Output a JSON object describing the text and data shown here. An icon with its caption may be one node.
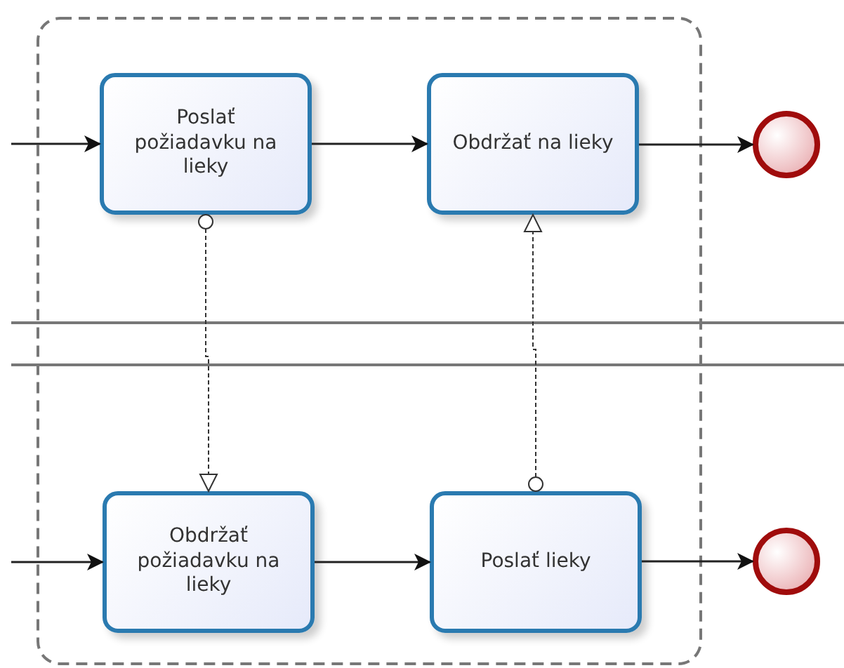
{
  "diagram": {
    "nodes": [
      {
        "text": [],
        "shape": "box"
      },
      {
        "text": [
          "Poslať požiadavku na lieky"
        ],
        "in": 0
      },
      {
        "text": [
          "Obdržať na lieky"
        ],
        "in": 0
      },
      {
        "text": [],
        "shape": "circle"
      },
      {
        "text": [
          "Obdržať požiadavku na lieky"
        ],
        "in": 0
      },
      {
        "text": [
          "Poslať lieky"
        ],
        "in": 0
      },
      {
        "text": [],
        "shape": "circle"
      }
    ],
    "edges": [
      {
        "from": null,
        "to": 1,
        "arrow": "to"
      },
      {
        "from": 1,
        "to": 2,
        "arrow": "to"
      },
      {
        "from": 2,
        "to": 3,
        "arrow": "to"
      },
      {
        "from": null,
        "to": 4,
        "arrow": "to"
      },
      {
        "from": 4,
        "to": 5,
        "arrow": "to"
      },
      {
        "from": 5,
        "to": 6,
        "arrow": "to"
      },
      {
        "from": 1,
        "to": 4,
        "arrow": "to",
        "style": "dashed"
      },
      {
        "from": 5,
        "to": 2,
        "arrow": "to",
        "style": "dashed"
      }
    ]
  }
}
